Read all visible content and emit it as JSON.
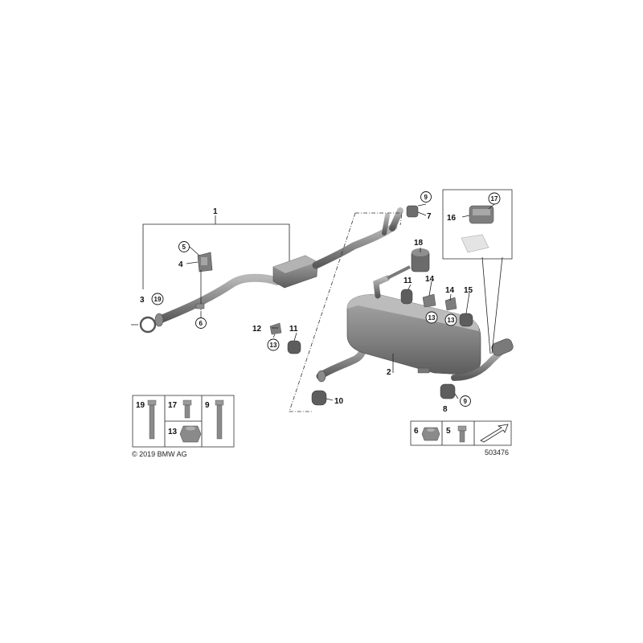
{
  "callouts": {
    "c1": "1",
    "c2": "2",
    "c3": "3",
    "c4": "4",
    "c5": "5",
    "c6": "6",
    "c7": "7",
    "c8": "8",
    "c9a": "9",
    "c9b": "9",
    "c10": "10",
    "c11a": "11",
    "c11b": "11",
    "c12": "12",
    "c13a": "13",
    "c13b": "13",
    "c13c": "13",
    "c14a": "14",
    "c14b": "14",
    "c15": "15",
    "c16": "16",
    "c17": "17",
    "c18": "18",
    "c19": "19"
  },
  "legend_left": {
    "p19": "19",
    "p17": "17",
    "p13": "13",
    "p9": "9"
  },
  "legend_right": {
    "p6": "6",
    "p5": "5"
  },
  "copyright": "© 2019 BMW AG",
  "diagram_id": "503476",
  "colors": {
    "part_fill": "#8c8c8c",
    "part_dark": "#5e5e5e",
    "part_light": "#b5b5b5",
    "line": "#222222"
  }
}
